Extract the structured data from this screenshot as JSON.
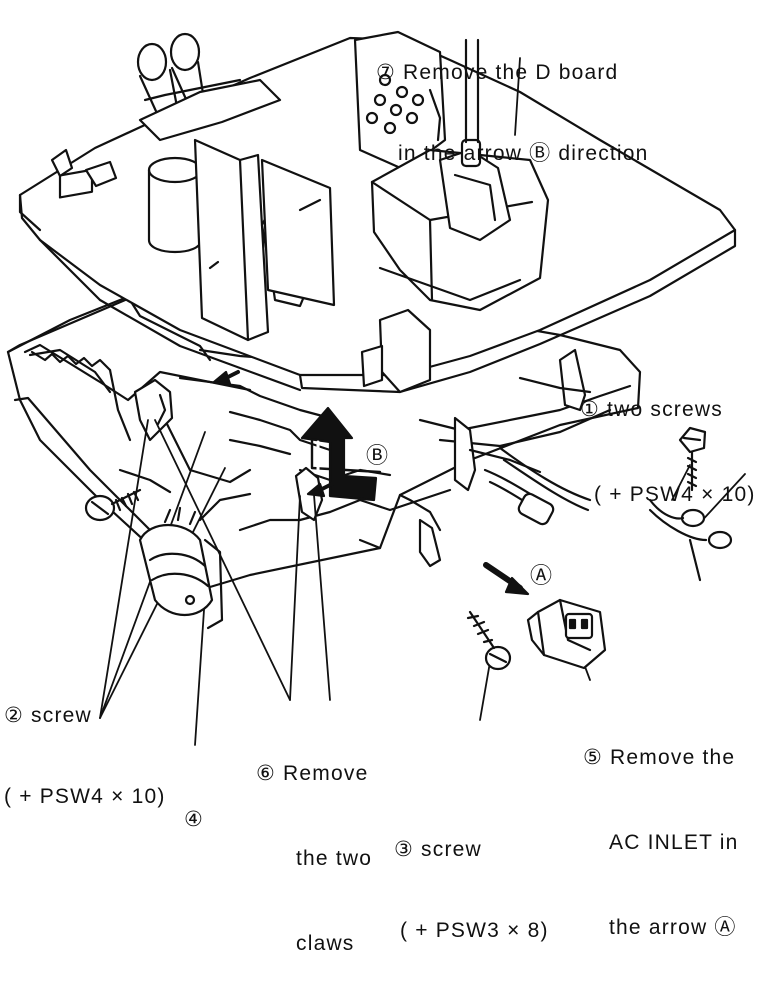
{
  "labels": {
    "step7": {
      "line1": "⑦ Remove the D board",
      "line2": "in the arrow Ⓑ direction"
    },
    "step1": {
      "line1": "① two screws",
      "line2": "( + PSW4 × 10)"
    },
    "step2": {
      "line1": "② screw",
      "line2": "( + PSW4 × 10)"
    },
    "step6": {
      "line1": "⑥ Remove",
      "line2": "the two",
      "line3": "claws"
    },
    "step5": {
      "line1": "⑤ Remove the",
      "line2": "AC INLET in",
      "line3": "the arrow Ⓐ"
    },
    "step4": {
      "line1": "④"
    },
    "step3": {
      "line1": "③ screw",
      "line2": "( + PSW3 × 8)"
    }
  },
  "arrow_marks": {
    "a": "Ⓐ",
    "b": "Ⓑ"
  }
}
